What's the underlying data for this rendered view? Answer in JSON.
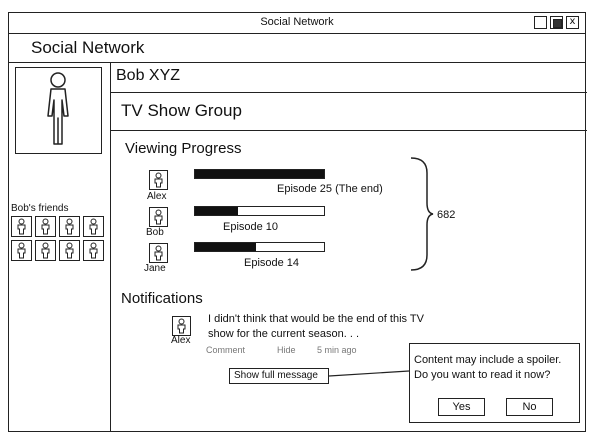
{
  "window": {
    "title": "Social Network",
    "close_glyph": "x"
  },
  "app": {
    "title": "Social Network"
  },
  "profile": {
    "name": "Bob XYZ",
    "icon": "person-icon"
  },
  "group": {
    "name": "TV Show Group"
  },
  "friends": {
    "label": "Bob's friends",
    "count_shown": 8
  },
  "viewing_progress": {
    "title": "Viewing Progress",
    "members": [
      {
        "name": "Alex",
        "episode": "Episode 25 (The end)",
        "progress": 1.0
      },
      {
        "name": "Bob",
        "episode": "Episode 10",
        "progress": 0.33
      },
      {
        "name": "Jane",
        "episode": "Episode 14",
        "progress": 0.47
      }
    ],
    "total": "682"
  },
  "notifications": {
    "title": "Notifications",
    "item": {
      "author": "Alex",
      "text_line1": "I didn't think that would be the end of this TV",
      "text_line2": "show for the current season. . .",
      "comment_label": "Comment",
      "hide_label": "Hide",
      "time": "5 min ago",
      "show_full_label": "Show full message"
    }
  },
  "spoiler_popup": {
    "line1": "Content may include a spoiler.",
    "line2": "Do you want to read it now?",
    "yes_label": "Yes",
    "no_label": "No"
  }
}
